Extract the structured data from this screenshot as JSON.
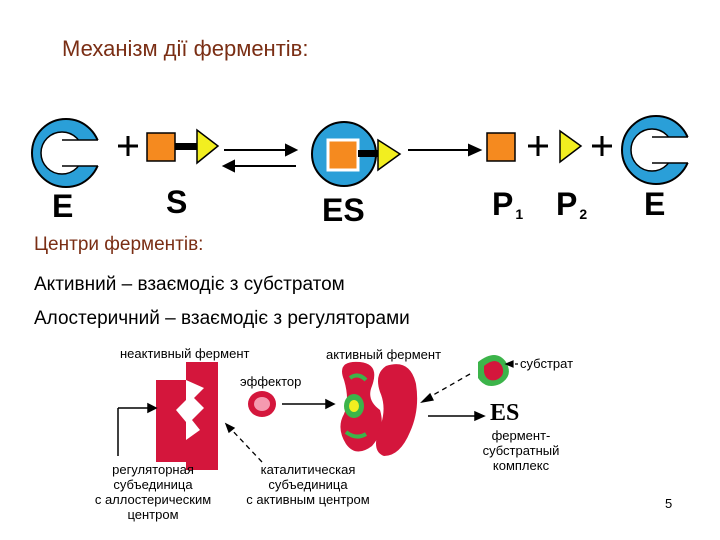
{
  "title": "Механізм дії ферментів:",
  "scheme": {
    "E_left": "E",
    "S": "S",
    "ES": "ES",
    "P1": "P",
    "P1_sub": "1",
    "P2": "P",
    "P2_sub": "2",
    "E_right": "E"
  },
  "centers_heading": "Центри ферментів:",
  "active_line": "Активний – взаємодіє з субстратом",
  "allosteric_line": "Алостеричний – взаємодіє з регуляторами",
  "figure": {
    "inactive_enzyme": "неактивный фермент",
    "active_enzyme": "активный фермент",
    "substrate": "субстрат",
    "effector": "эффектор",
    "ES": "ES",
    "es_complex": [
      "фермент-",
      "субстратный",
      "комплекс"
    ],
    "regulatory": [
      "регуляторная",
      "субъединица",
      "с аллостерическим",
      "центром"
    ],
    "catalytic": [
      "каталитическая",
      "субъединица",
      "с активным центром"
    ]
  },
  "colors": {
    "enzyme_blue": "#2a9fd8",
    "substrate_orange": "#f58a1f",
    "substrate_yellow": "#f2ee20",
    "enzyme_red": "#d4163c",
    "active_green": "#3cb44a",
    "title_brown": "#7a2e14"
  },
  "page_number": "5"
}
